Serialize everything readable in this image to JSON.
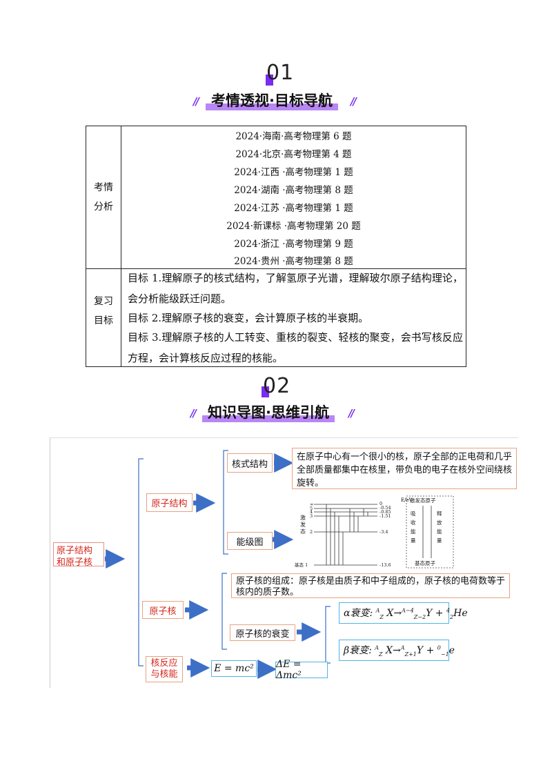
{
  "section1": {
    "number": "01",
    "title": "考情透视·目标导航"
  },
  "table": {
    "row1_label": [
      "考情",
      "分析"
    ],
    "analysis_items": [
      "2024·海南·高考物理第 6 题",
      "2024·北京·高考物理第 4 题",
      "2024·江西 ·高考物理第 1 题",
      "2024·湖南 ·高考物理第 8 题",
      "2024·江苏 ·高考物理第 1 题",
      "2024·新课标 ·高考物理第 20 题",
      "2024·浙江 ·高考物理第 9 题",
      "2024·贵州 ·高考物理第 8 题"
    ],
    "row2_label": [
      "复习",
      "目标"
    ],
    "goals": [
      "目标 1.理解原子的核式结构，了解氢原子光谱，理解玻尔原子结构理论，会分析能级跃迁问题。",
      "目标 2.理解原子核的衰变，会计算原子核的半衰期。",
      "目标 3.理解原子核的人工转变、重核的裂变、轻核的聚变，会书写核反应方程，会计算核反应过程的核能。"
    ]
  },
  "section2": {
    "number": "02",
    "title": "知识导图·思维引航"
  },
  "mindmap": {
    "root": "原子结构和原子核",
    "atom_structure": "原子结构",
    "nuclear_structure": "核式结构",
    "nuclear_structure_desc": "在原子中心有一个很小的核，原子全部的正电荷和几乎全部质量都集中在核里，带负电的电子在核外空间绕核旋转。",
    "energy_level_diagram": "能级图",
    "energy_diagram": {
      "left_labels": [
        "激",
        "发",
        "态"
      ],
      "ground_label": "基态 1",
      "unit_label": "E/eV",
      "levels": [
        "0",
        "-0.54",
        "-0.85",
        "-1.51",
        "-3.4",
        "-13.6"
      ],
      "n_labels": [
        "∞",
        "5",
        "4",
        "3",
        "2"
      ],
      "right_title": "激发态原子",
      "absorb": [
        "吸",
        "收",
        "能",
        "量"
      ],
      "release": [
        "释",
        "放",
        "能",
        "量"
      ],
      "bottom_label": "基态原子"
    },
    "nucleus": "原子核",
    "nucleus_desc": "原子核的组成：原子核是由质子和中子组成的，原子核的电荷数等于核内的质子数。",
    "decay": "原子核的衰变",
    "alpha_prefix": "α衰变:",
    "beta_prefix": "β衰变:",
    "reaction": "核反应与核能",
    "reaction_lines": [
      "核反应",
      "与核能"
    ],
    "mc2": "E = mc²",
    "dmc2": "ΔE = Δmc²"
  },
  "colors": {
    "accent_purple": "#7b2cf0",
    "highlight_purple": "#b986f5",
    "red_text": "#d4241b",
    "box_orange_border": "#e9a27f",
    "box_blue_border": "#4fb3e6",
    "arrow_blue": "#3d6fc6"
  }
}
